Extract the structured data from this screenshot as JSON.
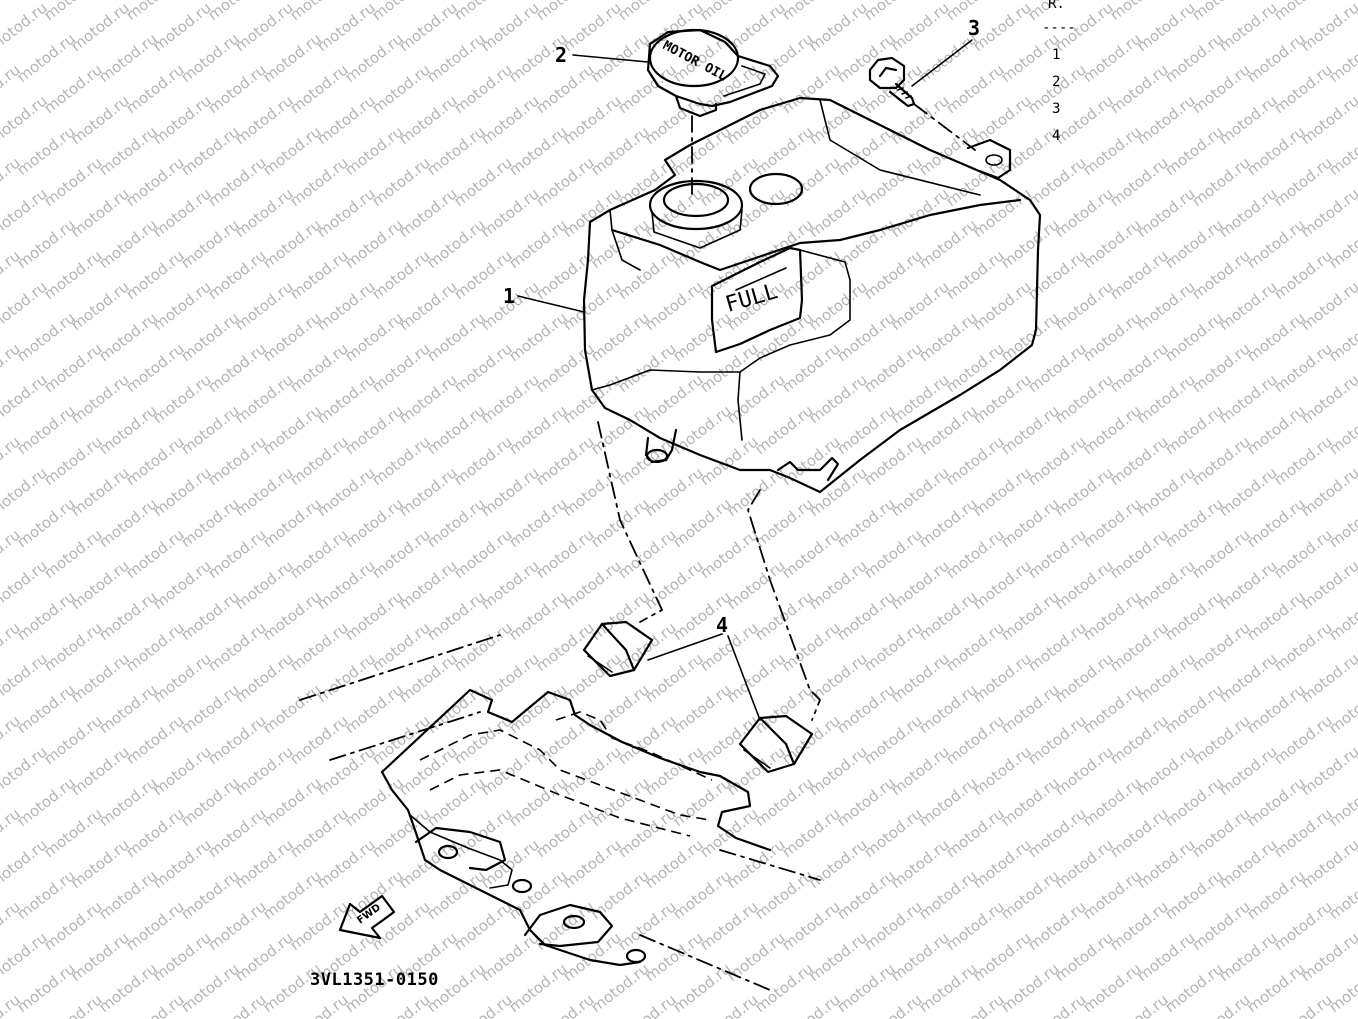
{
  "watermark": {
    "text": "motod.ru"
  },
  "callouts": {
    "tank": "1",
    "cap": "2",
    "bolt": "3",
    "pads": "4"
  },
  "reference_column": {
    "header": "R.",
    "separator": "----",
    "items": [
      "1",
      "2",
      "3",
      "4"
    ]
  },
  "tank_label": "FULL",
  "cap_marking": "MOTOR OIL",
  "front_arrow_label": "FWD",
  "drawing_code": "3VL1351-0150"
}
